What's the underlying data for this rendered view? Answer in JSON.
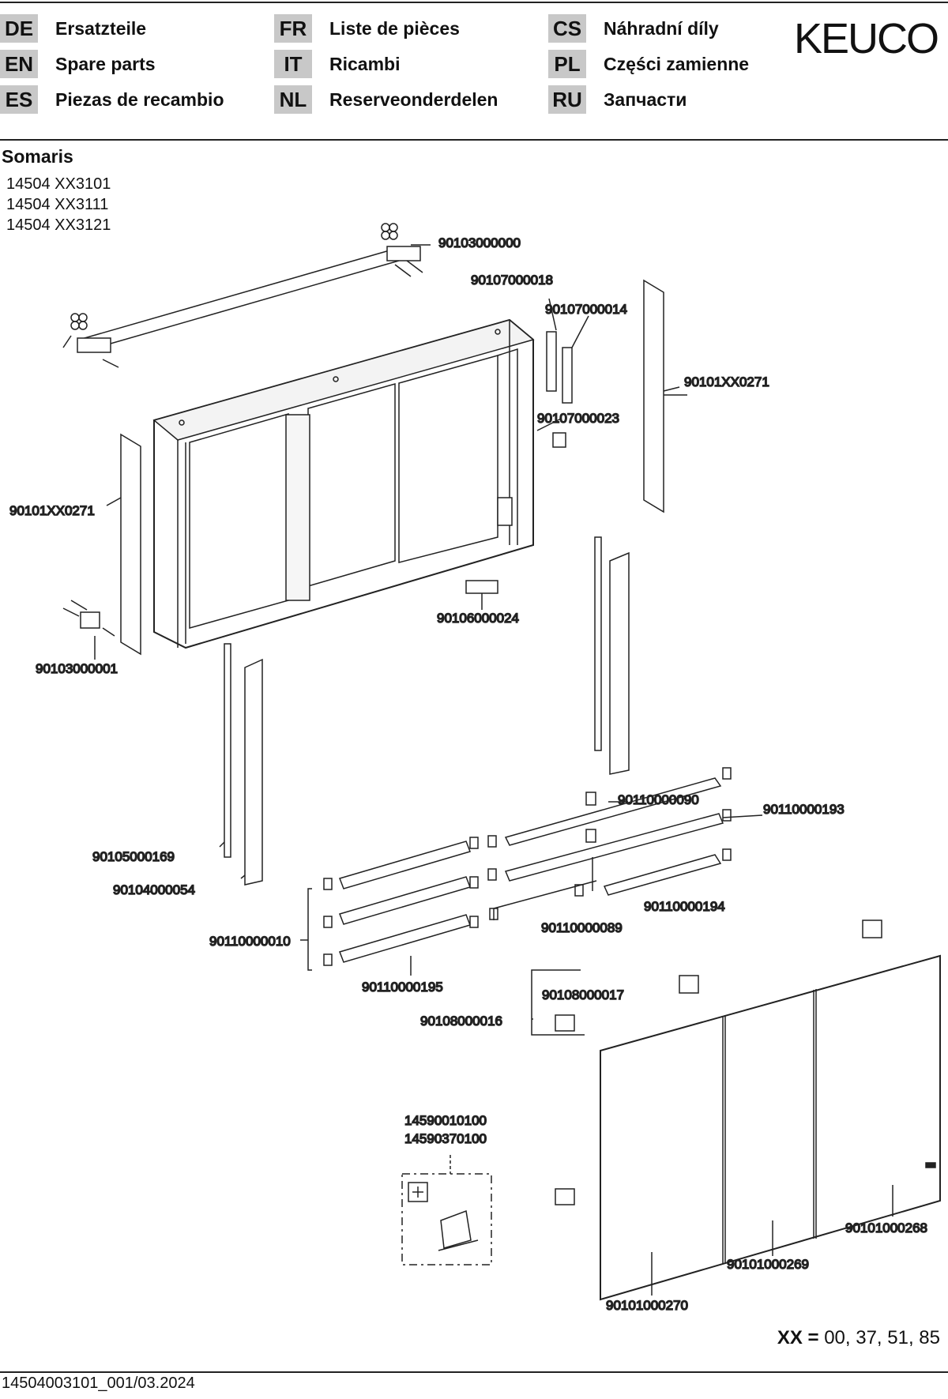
{
  "header": {
    "languages": [
      {
        "code": "DE",
        "name": "Ersatzteile"
      },
      {
        "code": "EN",
        "name": "Spare parts"
      },
      {
        "code": "ES",
        "name": "Piezas de recambio"
      },
      {
        "code": "FR",
        "name": "Liste de pièces"
      },
      {
        "code": "IT",
        "name": "Ricambi"
      },
      {
        "code": "NL",
        "name": "Reserveonderdelen"
      },
      {
        "code": "CS",
        "name": "Náhradní díly"
      },
      {
        "code": "PL",
        "name": "Części zamienne"
      },
      {
        "code": "RU",
        "name": "Запчасти"
      }
    ],
    "brand": "KEUCO"
  },
  "product": {
    "name": "Somaris",
    "variants": [
      "14504 XX3101",
      "14504 XX3111",
      "14504 XX3121"
    ]
  },
  "part_numbers": {
    "p1": "90103000000",
    "p2": "90107000018",
    "p3": "90107000014",
    "p4": "90101XX0271",
    "p5": "90107000023",
    "p6": "90101XX0271",
    "p7": "90106000024",
    "p8": "90103000001",
    "p9": "90110000090",
    "p10": "90110000193",
    "p11": "90105000169",
    "p12": "90104000054",
    "p13": "90110000194",
    "p14": "90110000089",
    "p15": "90110000010",
    "p16": "90110000195",
    "p17": "90108000017",
    "p18": "90108000016",
    "p19": "14590010100",
    "p20": "14590370100",
    "p21": "90101000268",
    "p22": "90101000269",
    "p23": "90101000270"
  },
  "xx_note": {
    "label": "XX =",
    "values": "00, 37, 51, 85"
  },
  "footer": "14504003101_001/03.2024"
}
